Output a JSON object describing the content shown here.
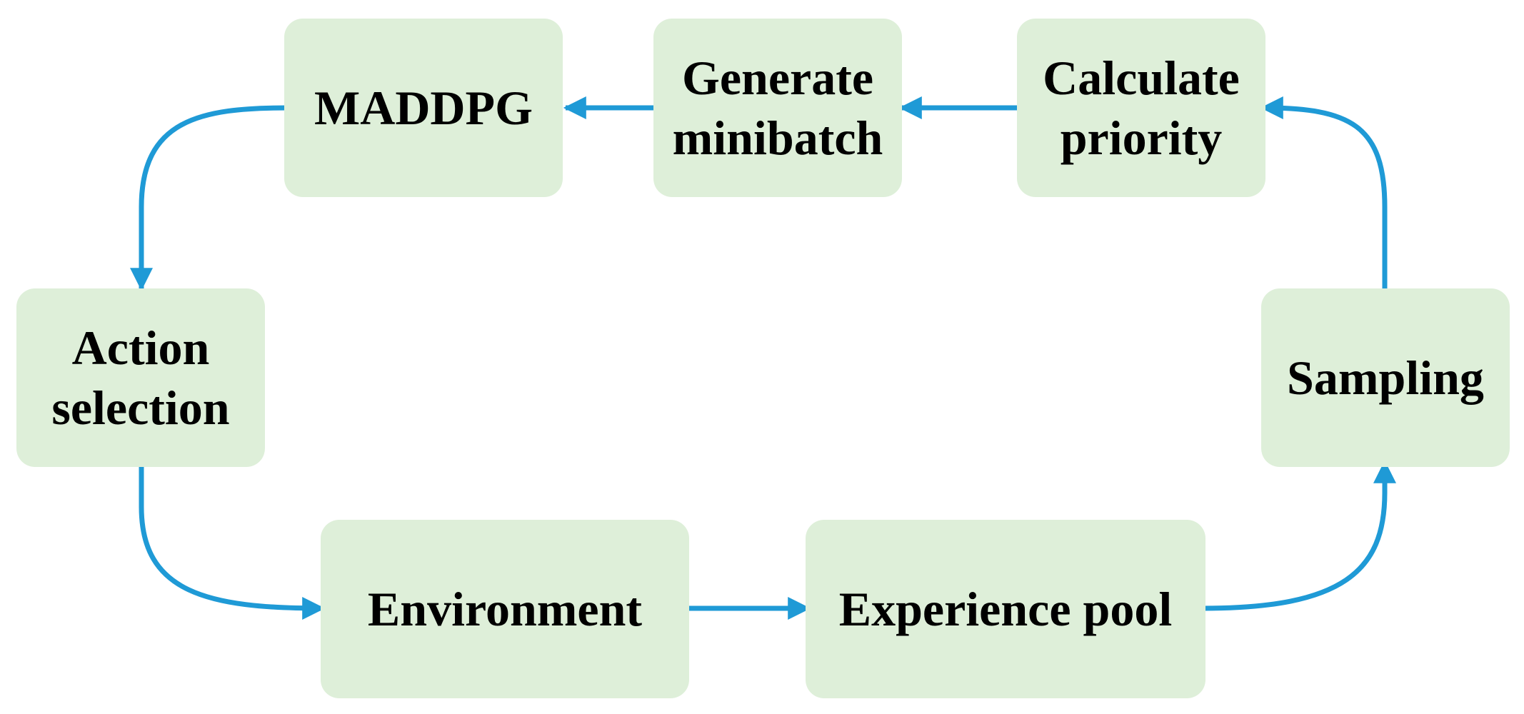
{
  "colors": {
    "node_fill": "#deefd9",
    "arrow": "#1f9ad6",
    "text": "#000000",
    "background": "#ffffff"
  },
  "nodes": {
    "maddpg": {
      "lines": [
        "MADDPG"
      ]
    },
    "generate_minibatch": {
      "lines": [
        "Generate",
        "minibatch"
      ]
    },
    "calculate_priority": {
      "lines": [
        "Calculate",
        "priority"
      ]
    },
    "action_selection": {
      "lines": [
        "Action",
        "selection"
      ]
    },
    "sampling": {
      "lines": [
        "Sampling"
      ]
    },
    "environment": {
      "lines": [
        "Environment"
      ]
    },
    "experience_pool": {
      "lines": [
        "Experience pool"
      ]
    }
  }
}
